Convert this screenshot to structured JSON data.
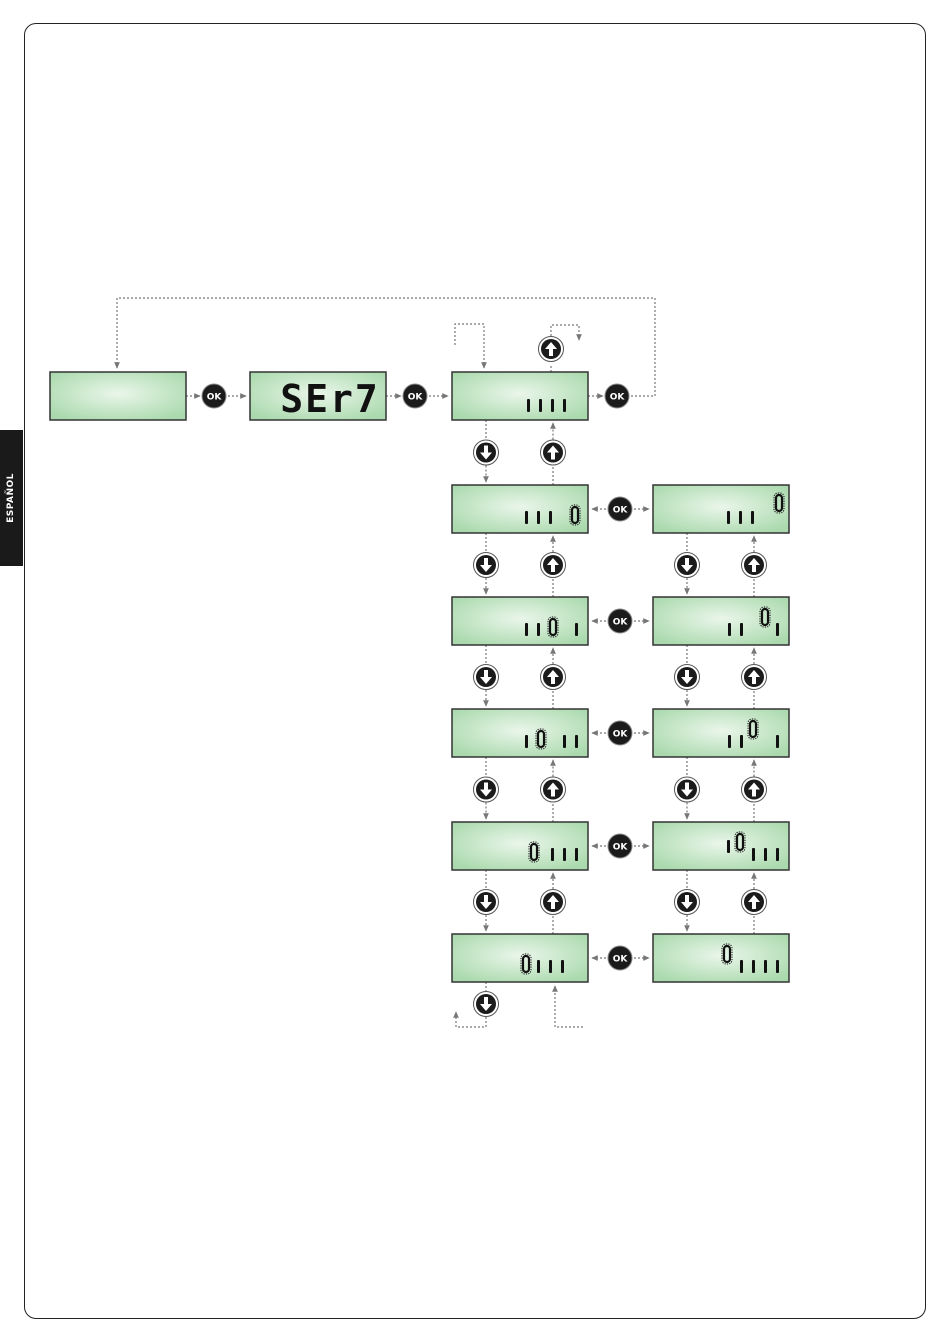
{
  "side_tab": {
    "label": "ESPAÑOL"
  },
  "diagram": {
    "entry_display": "SEr7",
    "ok_label": "OK",
    "colors": {
      "lcd_fill": "#bfe3c1",
      "lcd_glow": "#eaf6ea",
      "button": "#1b1b1b",
      "segment": "#111111",
      "connector": "#777777"
    }
  }
}
